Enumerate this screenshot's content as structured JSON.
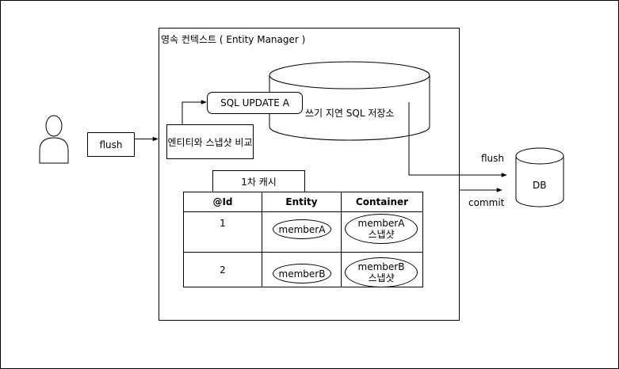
{
  "context": {
    "title": "영속 컨텍스트 ( Entity Manager )"
  },
  "user_flush_label": "flush",
  "sql_box": "SQL UPDATE A",
  "compare_box": "엔티티와 스냅샷 비교",
  "sql_store": "쓰기 지연 SQL 저장소",
  "cache": {
    "title": "1차 캐시",
    "headers": [
      "@Id",
      "Entity",
      "Container"
    ],
    "rows": [
      {
        "id": "1",
        "entity": "memberA",
        "snapshot_line1": "memberA",
        "snapshot_line2": "스냅샷"
      },
      {
        "id": "2",
        "entity": "memberB",
        "snapshot_line1": "memberB",
        "snapshot_line2": "스냅샷"
      }
    ]
  },
  "db": {
    "label": "DB",
    "flush_label": "flush",
    "commit_label": "commit"
  }
}
